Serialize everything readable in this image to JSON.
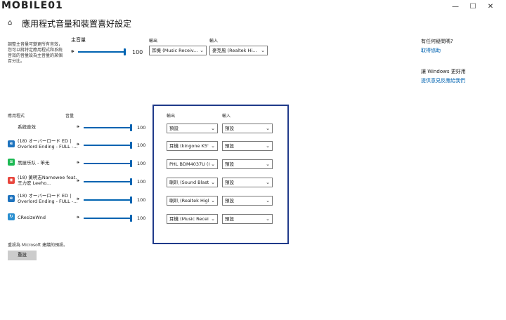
{
  "watermark": "MOBILE01",
  "window_controls": {
    "minimize": "—",
    "maximize": "☐",
    "close": "✕"
  },
  "header": {
    "title": "應用程式音量和裝置喜好設定"
  },
  "master": {
    "description": "調整主音量可變更所有音效，您可以將特定應用程式和系統音效的音量設為主音量的某個百分比。",
    "volume_label": "主音量",
    "volume_value": "100",
    "volume_level": 1.0,
    "output_label": "輸出",
    "output_value": "耳機 (Music Receiv...",
    "input_label": "輸入",
    "input_value": "麥克風 (Realtek Hi..."
  },
  "help": {
    "question": "有任何疑問嗎?",
    "get_help": "取得協助",
    "better_title": "讓 Windows 更好用",
    "feedback": "提供意見反應給我們"
  },
  "columns": {
    "app": "應用程式",
    "volume": "音量",
    "output": "輸出",
    "input": "輸入"
  },
  "apps": [
    {
      "name_line1": "系統音效",
      "name_line2": "",
      "icon": "system-sounds-icon",
      "icon_glyph": "",
      "icon_color": "#ffffff",
      "volume": "100",
      "output": "預設",
      "input": "預設"
    },
    {
      "name_line1": "(18) オーバーロード ED |",
      "name_line2": "Overlord Ending - FULL -...",
      "icon": "ie-icon",
      "icon_glyph": "e",
      "icon_color": "#1e73be",
      "volume": "100",
      "output": "耳機 (kingone K5'",
      "input": "預設"
    },
    {
      "name_line1": "黑屋乐队 - 笨无",
      "name_line2": "",
      "icon": "spotify-icon",
      "icon_glyph": "≋",
      "icon_color": "#1db954",
      "volume": "100",
      "output": "PHL BDM4037U (I",
      "input": "預設"
    },
    {
      "name_line1": "(18) 黃明志Namewee feat.",
      "name_line2": "王力宏 Leeho...",
      "icon": "chrome-icon",
      "icon_glyph": "◉",
      "icon_color": "#e8453c",
      "volume": "100",
      "output": "喇叭 (Sound Blast",
      "input": "預設"
    },
    {
      "name_line1": "(18) オーバーロード ED |",
      "name_line2": "Overlord Ending - FULL -...",
      "icon": "ie-icon",
      "icon_glyph": "e",
      "icon_color": "#1e73be",
      "volume": "100",
      "output": "喇叭 (Realtek Higl",
      "input": "預設"
    },
    {
      "name_line1": "CResizeWnd",
      "name_line2": "",
      "icon": "cresizewnd-icon",
      "icon_glyph": "↻",
      "icon_color": "#2a8fd0",
      "volume": "100",
      "output": "耳機 (Music Recei",
      "input": "預設"
    }
  ],
  "reset": {
    "description": "重設為 Microsoft 建議的預設。",
    "button": "重設"
  },
  "icons": {
    "home": "⌂",
    "speaker": "🕪",
    "chevron": "⌄"
  }
}
